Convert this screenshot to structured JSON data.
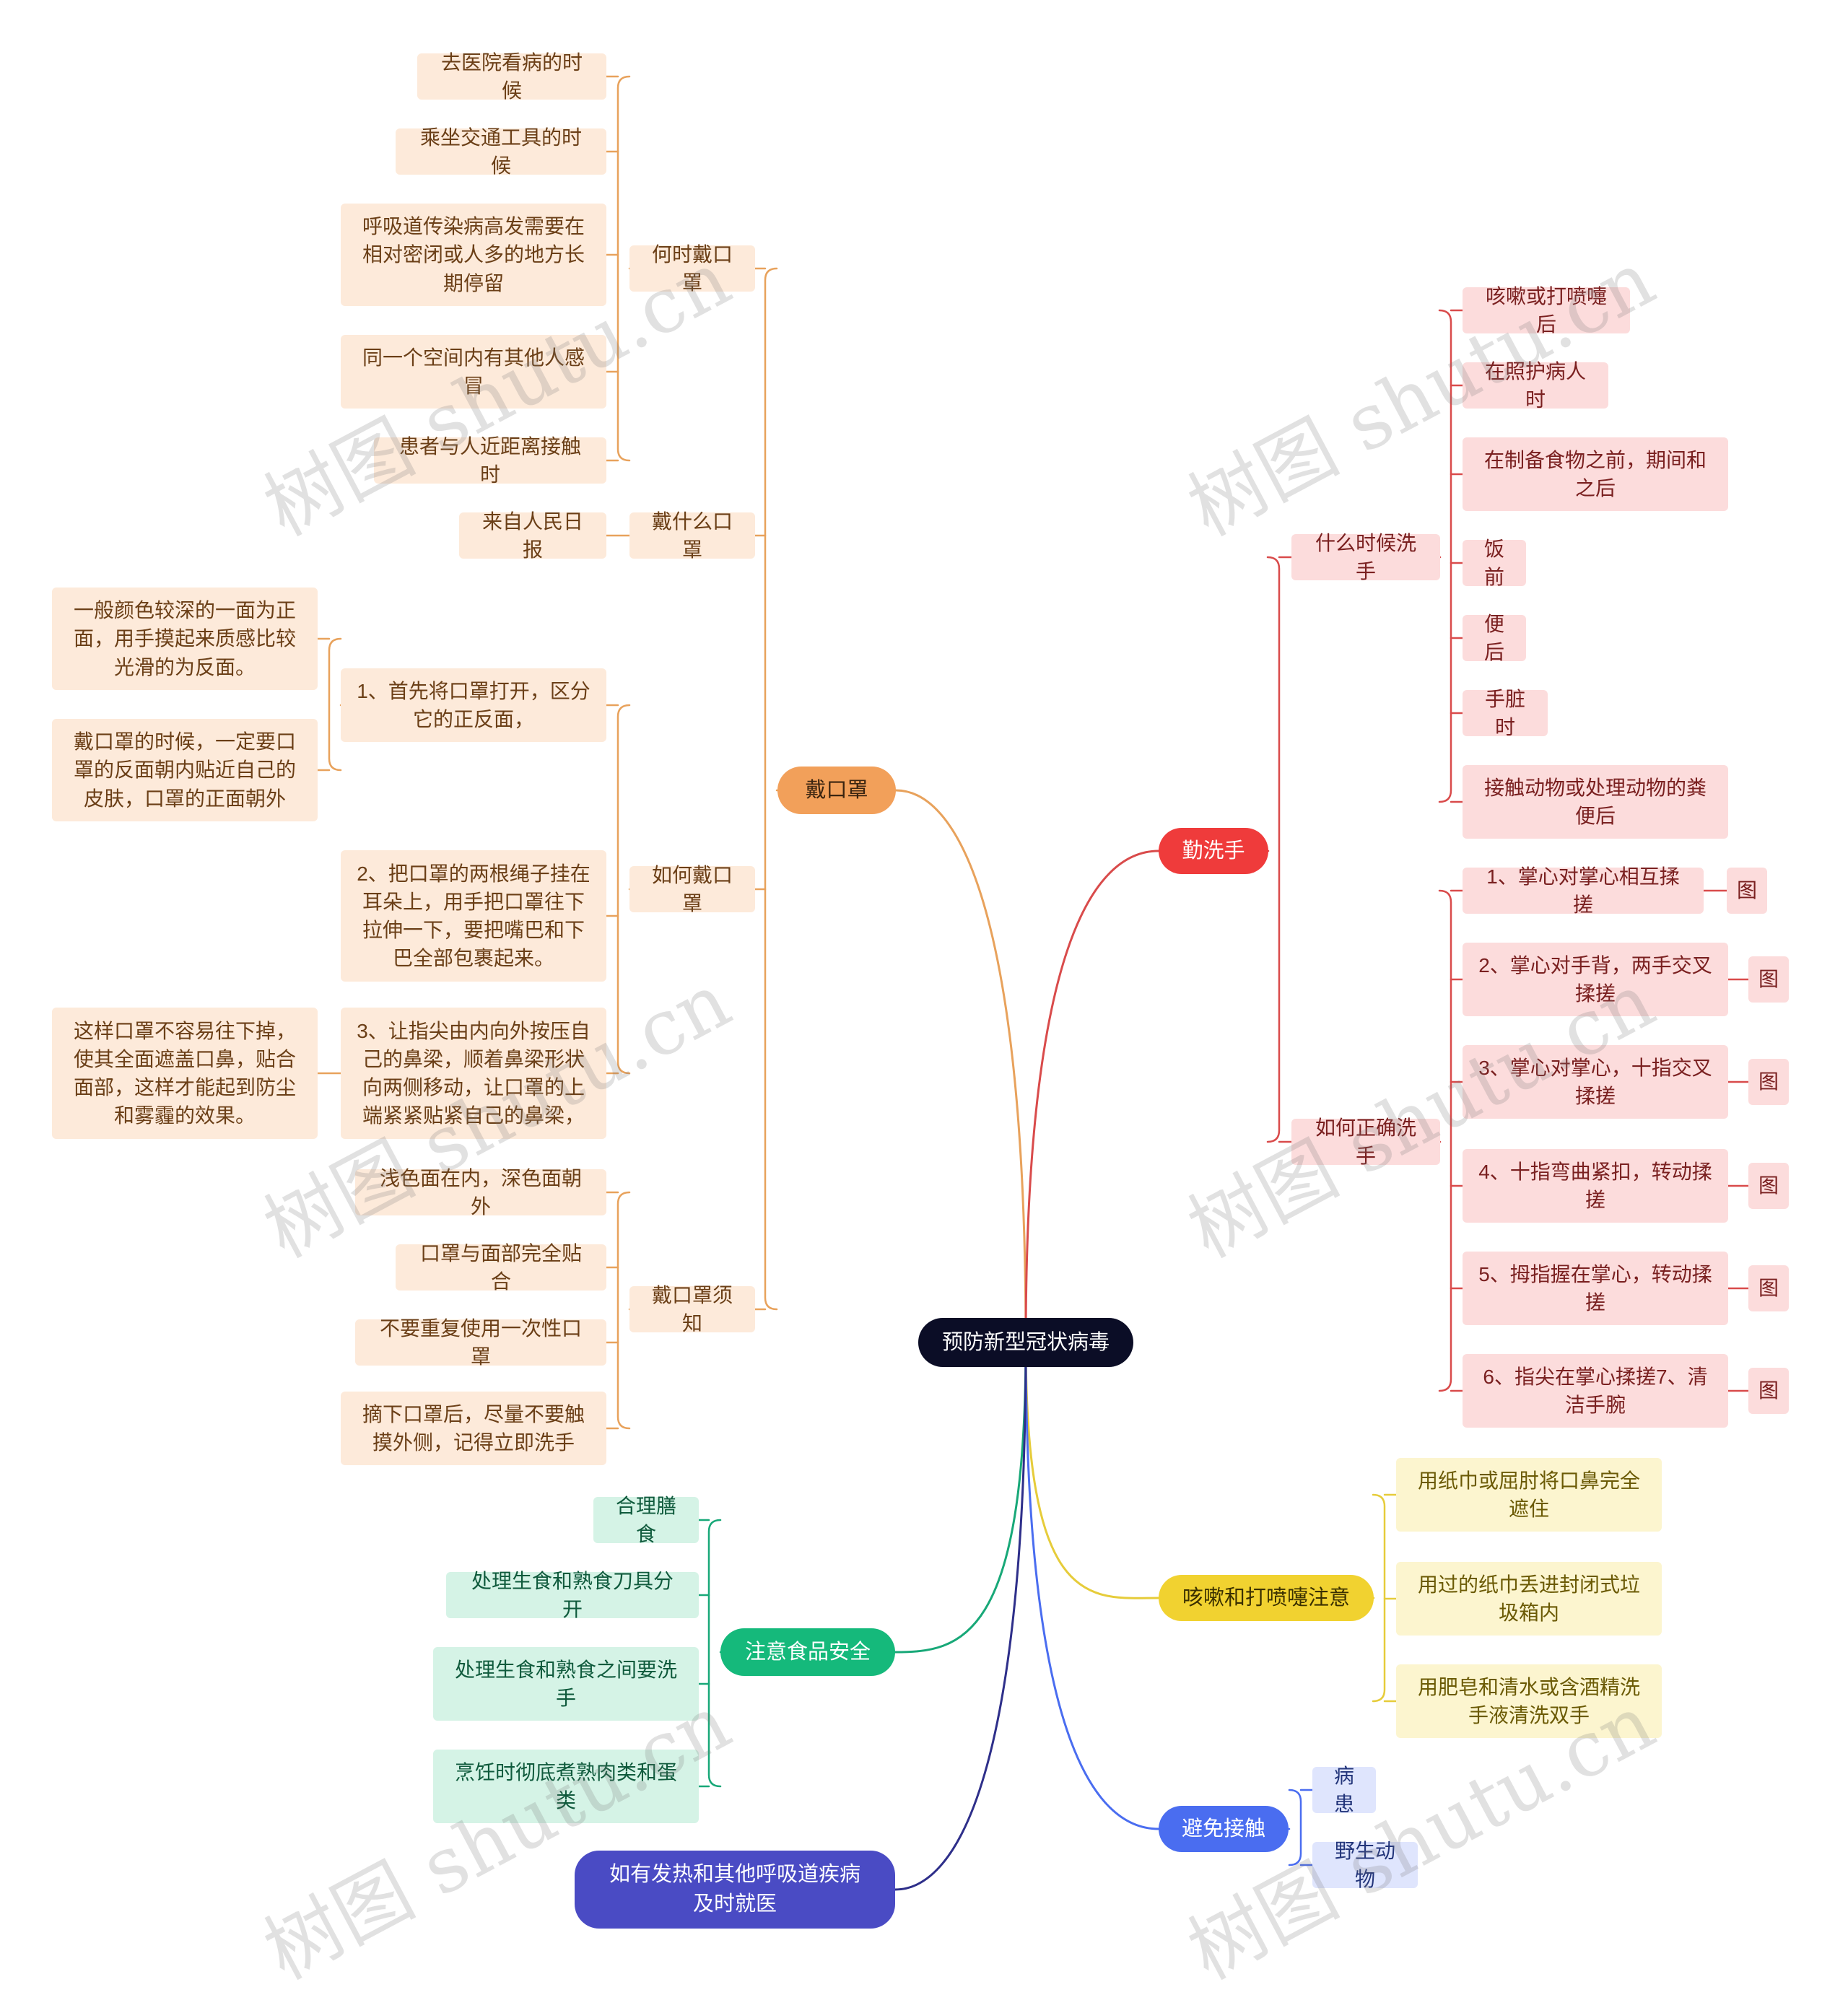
{
  "root": "预防新型冠状病毒",
  "branches": {
    "mask": {
      "label": "戴口罩",
      "when": {
        "label": "何时戴口罩",
        "items": [
          "去医院看病的时候",
          "乘坐交通工具的时候",
          "呼吸道传染病高发需要在相对密闭或人多的地方长期停留",
          "同一个空间内有其他人感冒",
          "患者与人近距离接触时"
        ]
      },
      "what": {
        "label": "戴什么口罩",
        "items": [
          "来自人民日报"
        ]
      },
      "how": {
        "label": "如何戴口罩",
        "step1": "1、首先将口罩打开，区分它的正反面，",
        "step1_notes": [
          "一般颜色较深的一面为正面，用手摸起来质感比较光滑的为反面。",
          "戴口罩的时候，一定要口罩的反面朝内贴近自己的皮肤，口罩的正面朝外"
        ],
        "step2": "2、把口罩的两根绳子挂在耳朵上，用手把口罩往下拉伸一下，要把嘴巴和下巴全部包裹起来。",
        "step3": "3、让指尖由内向外按压自己的鼻梁，顺着鼻梁形状向两侧移动，让口罩的上端紧紧贴紧自己的鼻梁，",
        "step3_note": "这样口罩不容易往下掉，使其全面遮盖口鼻，贴合面部，这样才能起到防尘和雾霾的效果。"
      },
      "notice": {
        "label": "戴口罩须知",
        "items": [
          "浅色面在内，深色面朝外",
          "口罩与面部完全贴合",
          "不要重复使用一次性口罩",
          "摘下口罩后，尽量不要触摸外侧，记得立即洗手"
        ]
      }
    },
    "wash": {
      "label": "勤洗手",
      "when": {
        "label": "什么时候洗手",
        "items": [
          "咳嗽或打喷嚏后",
          "在照护病人时",
          "在制备食物之前，期间和之后",
          "饭前",
          "便后",
          "手脏时",
          "接触动物或处理动物的粪便后"
        ]
      },
      "how": {
        "label": "如何正确洗手",
        "steps": [
          "1、掌心对掌心相互揉搓",
          "2、掌心对手背，两手交叉揉搓",
          "3、掌心对掌心，十指交叉揉搓",
          "4、十指弯曲紧扣，转动揉搓",
          "5、拇指握在掌心，转动揉搓",
          "6、指尖在掌心揉搓7、清洁手腕"
        ],
        "image_label": "图"
      }
    },
    "cough": {
      "label": "咳嗽和打喷嚏注意",
      "items": [
        "用纸巾或屈肘将口鼻完全遮住",
        "用过的纸巾丢进封闭式垃圾箱内",
        "用肥皂和清水或含酒精洗手液清洗双手"
      ]
    },
    "contact": {
      "label": "避免接触",
      "items": [
        "病患",
        "野生动物"
      ]
    },
    "food": {
      "label": "注意食品安全",
      "items": [
        "合理膳食",
        "处理生食和熟食刀具分开",
        "处理生食和熟食之间要洗手",
        "烹饪时彻底煮熟肉类和蛋类"
      ]
    },
    "doctor": {
      "label": "如有发热和其他呼吸道疾病及时就医"
    }
  },
  "watermark_text": "树图 shutu.cn",
  "colors": {
    "mask": "#e8a25c",
    "wash": "#d94b4b",
    "cough": "#e6cc3a",
    "contact": "#4a6df0",
    "food": "#18a878",
    "doctor": "#2e2f8a"
  }
}
